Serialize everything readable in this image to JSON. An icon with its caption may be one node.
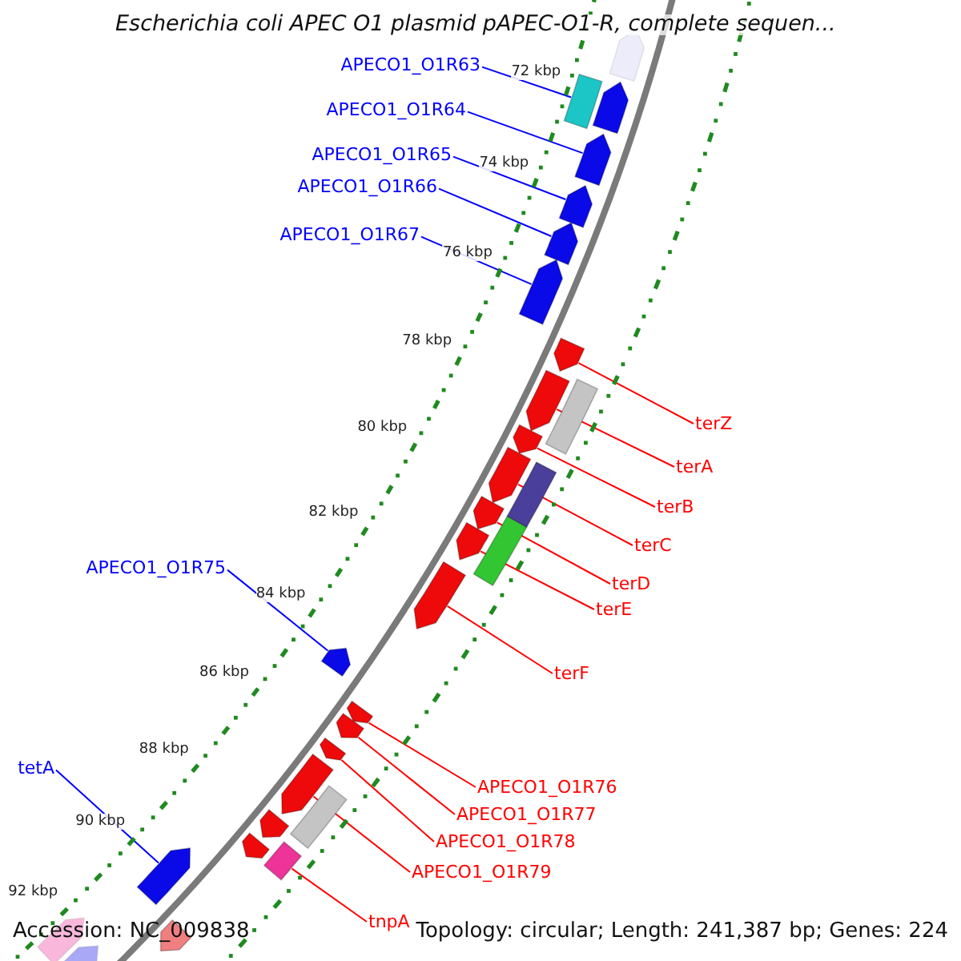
{
  "diagram": {
    "title": "Escherichia coli APEC O1 plasmid pAPEC-O1-R, complete sequen...",
    "nodes": [
      {
        "text": [],
        "shape": "arrow"
      },
      {
        "text": [
          "APECO1_O1R63"
        ]
      },
      {
        "text": [],
        "shape": "arrow"
      },
      {
        "text": [],
        "shape": "box"
      },
      {
        "text": [
          "APECO1_O1R64"
        ]
      },
      {
        "text": [],
        "shape": "arrow"
      },
      {
        "text": [
          "APECO1_O1R65"
        ]
      },
      {
        "text": [],
        "shape": "arrow"
      },
      {
        "text": [
          "APECO1_O1R66"
        ]
      },
      {
        "text": [],
        "shape": "arrow"
      },
      {
        "text": [
          "APECO1_O1R67"
        ]
      },
      {
        "text": [],
        "shape": "arrow"
      },
      {
        "text": [],
        "shape": "arrow"
      },
      {
        "text": [],
        "shape": "arrow"
      },
      {
        "text": [],
        "shape": "box"
      },
      {
        "text": [
          "terZ"
        ]
      },
      {
        "text": [],
        "shape": "arrow"
      },
      {
        "text": [],
        "shape": "arrow"
      },
      {
        "text": [],
        "shape": "box"
      },
      {
        "text": [
          "terA"
        ]
      },
      {
        "text": [],
        "shape": "arrow"
      },
      {
        "text": [],
        "shape": "box"
      },
      {
        "text": [],
        "shape": "arrow"
      },
      {
        "text": [
          "terB"
        ]
      },
      {
        "text": [],
        "shape": "arrow"
      },
      {
        "text": [
          "terC"
        ]
      },
      {
        "text": [
          "APECO1_O1R75"
        ]
      },
      {
        "text": [
          "terD"
        ]
      },
      {
        "text": [
          "terE"
        ]
      },
      {
        "text": [],
        "shape": "arrow"
      },
      {
        "text": [
          "terF"
        ]
      },
      {
        "text": [],
        "shape": "arrow"
      },
      {
        "text": [],
        "shape": "arrow"
      },
      {
        "text": [],
        "shape": "arrow"
      },
      {
        "text": [
          "tetA"
        ]
      },
      {
        "text": [],
        "shape": "arrow"
      },
      {
        "text": [],
        "shape": "box"
      },
      {
        "text": [
          "APECO1_O1R76"
        ]
      },
      {
        "text": [],
        "shape": "arrow"
      },
      {
        "text": [],
        "shape": "box"
      },
      {
        "text": [
          "APECO1_O1R77"
        ]
      },
      {
        "text": [],
        "shape": "arrow"
      },
      {
        "text": [
          "APECO1_O1R78"
        ]
      },
      {
        "text": [],
        "shape": "arrow"
      },
      {
        "text": [
          "APECO1_O1R79"
        ]
      },
      {
        "text": [],
        "shape": "arrow"
      },
      {
        "text": [],
        "shape": "arrow"
      },
      {
        "text": [],
        "shape": "arrow"
      },
      {
        "text": [
          "tnpA"
        ]
      }
    ],
    "edges": [
      {
        "from": 1,
        "to": 3,
        "arrow": "none",
        "color": "#0000ff"
      },
      {
        "from": 4,
        "to": 5,
        "arrow": "none",
        "color": "#0000ff"
      },
      {
        "from": 6,
        "to": 7,
        "arrow": "none",
        "color": "#0000ff"
      },
      {
        "from": 8,
        "to": 9,
        "arrow": "none",
        "color": "#0000ff"
      },
      {
        "from": 10,
        "to": 11,
        "arrow": "none",
        "color": "#0000ff"
      },
      {
        "from": 15,
        "to": 12,
        "arrow": "none"
      },
      {
        "from": 19,
        "to": 13,
        "arrow": "none"
      },
      {
        "from": 23,
        "to": 16,
        "arrow": "none"
      },
      {
        "from": 25,
        "to": 17,
        "arrow": "none"
      },
      {
        "from": 26,
        "to": 29,
        "arrow": "none",
        "color": "#0000ff"
      },
      {
        "from": 27,
        "to": 20,
        "arrow": "none"
      },
      {
        "from": 28,
        "to": 22,
        "arrow": "none"
      },
      {
        "from": 30,
        "to": 24,
        "arrow": "none"
      },
      {
        "from": 34,
        "to": 43,
        "arrow": "none",
        "color": "#0000ff"
      },
      {
        "from": 37,
        "to": 31,
        "arrow": "none"
      },
      {
        "from": 40,
        "to": 32,
        "arrow": "none"
      },
      {
        "from": 42,
        "to": 33,
        "arrow": "none"
      },
      {
        "from": 44,
        "to": 35,
        "arrow": "none"
      },
      {
        "from": 48,
        "to": 39,
        "arrow": "none"
      }
    ],
    "labels": [
      "72 kbp",
      "74 kbp",
      "76 kbp",
      "78 kbp",
      "80 kbp",
      "82 kbp",
      "84 kbp",
      "86 kbp",
      "88 kbp",
      "90 kbp",
      "92 kbp",
      "Accession: NC_009838",
      "Topology: circular; Length: 241,387 bp; Genes: 224"
    ]
  }
}
